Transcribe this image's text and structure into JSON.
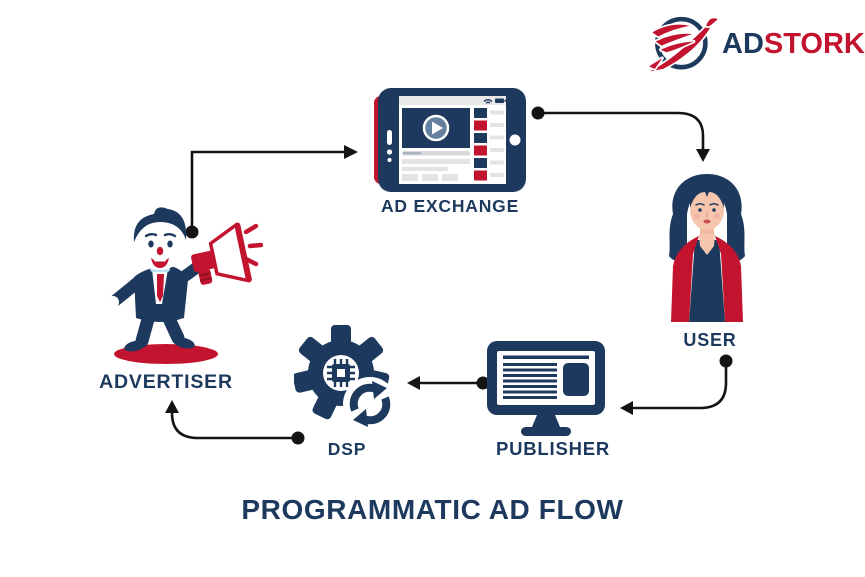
{
  "page": {
    "title": "PROGRAMMATIC AD FLOW"
  },
  "logo": {
    "brand_ad": "AD",
    "brand_stork": "STORK"
  },
  "colors": {
    "navy": "#1d3a5e",
    "red": "#c3142f",
    "arrow_black": "#141414",
    "background": "#ffffff"
  },
  "nodes": [
    {
      "id": "advertiser",
      "label": "ADVERTISER",
      "icon": "businessman-megaphone-icon"
    },
    {
      "id": "ad-exchange",
      "label": "AD EXCHANGE",
      "icon": "tablet-video-player-icon"
    },
    {
      "id": "user",
      "label": "USER",
      "icon": "woman-avatar-icon"
    },
    {
      "id": "publisher",
      "label": "PUBLISHER",
      "icon": "desktop-webpage-icon"
    },
    {
      "id": "dsp",
      "label": "DSP",
      "icon": "gear-chip-sync-icon"
    }
  ],
  "flow": [
    {
      "from": "ADVERTISER",
      "to": "AD EXCHANGE"
    },
    {
      "from": "AD EXCHANGE",
      "to": "USER"
    },
    {
      "from": "USER",
      "to": "PUBLISHER"
    },
    {
      "from": "PUBLISHER",
      "to": "DSP"
    },
    {
      "from": "DSP",
      "to": "ADVERTISER"
    }
  ]
}
